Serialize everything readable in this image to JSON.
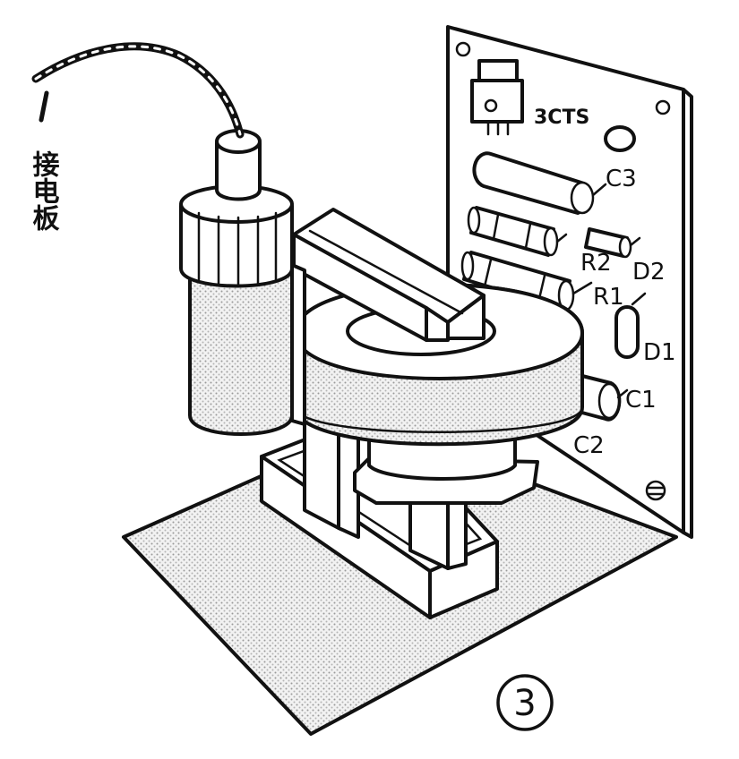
{
  "labels": {
    "lead_wire": "接电板",
    "chip": "3CTS",
    "c3": "C3",
    "r2": "R2",
    "d2": "D2",
    "r1": "R1",
    "d1": "D1",
    "c1": "C1",
    "c2": "C2",
    "figure_number": "3"
  },
  "colors": {
    "ink": "#111111",
    "paper": "#ffffff",
    "stipple": "#d9d9d9"
  }
}
